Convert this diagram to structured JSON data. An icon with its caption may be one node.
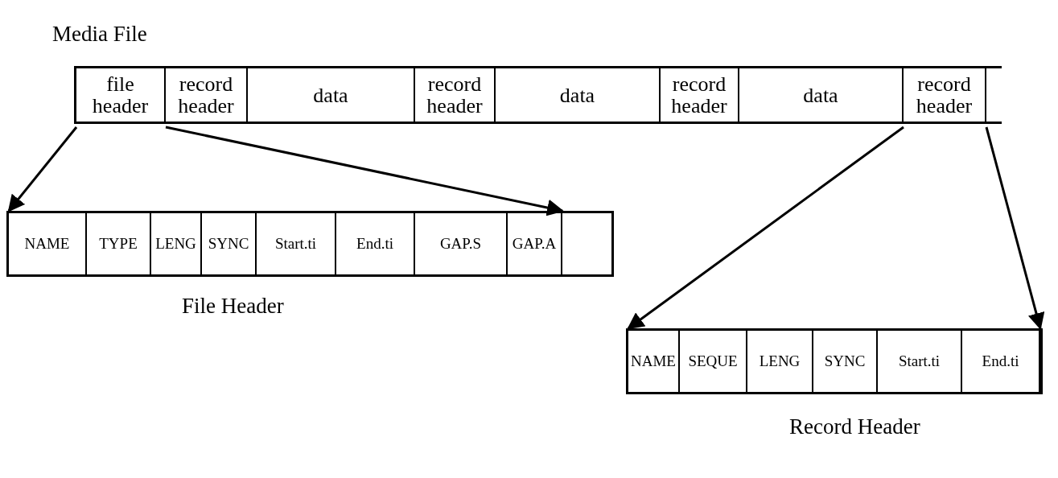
{
  "diagram": {
    "nodes": [
      {
        "text": [
          "Media File"
        ]
      },
      {
        "text": [
          "file header"
        ],
        "in": 0
      },
      {
        "text": [
          "record header"
        ],
        "in": 0
      },
      {
        "text": [
          "data"
        ],
        "in": 0
      },
      {
        "text": [
          "record header"
        ],
        "in": 0
      },
      {
        "text": [
          "data"
        ],
        "in": 0
      },
      {
        "text": [
          "record header"
        ],
        "in": 0
      },
      {
        "text": [
          "data"
        ],
        "in": 0
      },
      {
        "text": [
          "record header"
        ],
        "in": 0
      },
      {
        "text": [
          "File Header"
        ]
      },
      {
        "text": [
          "NAME"
        ],
        "in": 9
      },
      {
        "text": [
          "TYPE"
        ],
        "in": 9
      },
      {
        "text": [
          "LENG"
        ],
        "in": 9
      },
      {
        "text": [
          "SYNC"
        ],
        "in": 9
      },
      {
        "text": [
          "Start.ti"
        ],
        "in": 9
      },
      {
        "text": [
          "End.ti"
        ],
        "in": 9
      },
      {
        "text": [
          "GAP.S"
        ],
        "in": 9
      },
      {
        "text": [
          "GAP.A"
        ],
        "in": 9
      },
      {
        "text": [
          "Record Header"
        ]
      },
      {
        "text": [
          "NAME"
        ],
        "in": 18
      },
      {
        "text": [
          "SEQUE"
        ],
        "in": 18
      },
      {
        "text": [
          "LENG"
        ],
        "in": 18
      },
      {
        "text": [
          "SYNC"
        ],
        "in": 18
      },
      {
        "text": [
          "Start.ti"
        ],
        "in": 18
      },
      {
        "text": [
          "End.ti"
        ],
        "in": 18
      }
    ],
    "edges": [
      {
        "from": 1,
        "to": 10,
        "arrow": "to"
      },
      {
        "from": 1,
        "to": 17,
        "arrow": "to"
      },
      {
        "from": 8,
        "to": 19,
        "arrow": "to"
      },
      {
        "from": 8,
        "to": 24,
        "arrow": "to"
      }
    ]
  }
}
